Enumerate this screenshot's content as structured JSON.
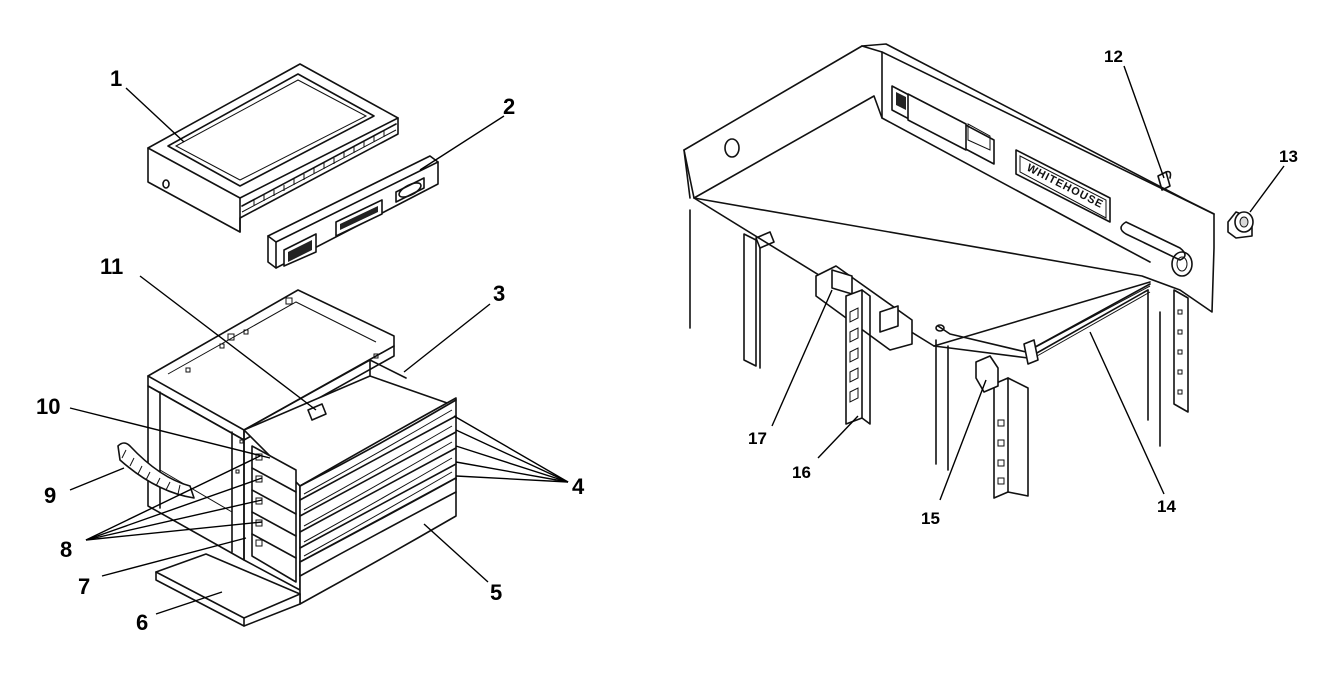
{
  "diagram": {
    "left_assembly": {
      "callouts": [
        {
          "id": "callout-1",
          "label": "1"
        },
        {
          "id": "callout-2",
          "label": "2"
        },
        {
          "id": "callout-3",
          "label": "3"
        },
        {
          "id": "callout-4",
          "label": "4"
        },
        {
          "id": "callout-5",
          "label": "5"
        },
        {
          "id": "callout-6",
          "label": "6"
        },
        {
          "id": "callout-7",
          "label": "7"
        },
        {
          "id": "callout-8",
          "label": "8"
        },
        {
          "id": "callout-9",
          "label": "9"
        },
        {
          "id": "callout-10",
          "label": "10"
        },
        {
          "id": "callout-11",
          "label": "11"
        }
      ]
    },
    "right_assembly": {
      "logo_text": "WHITEHOUSE",
      "callouts": [
        {
          "id": "callout-12",
          "label": "12"
        },
        {
          "id": "callout-13",
          "label": "13"
        },
        {
          "id": "callout-14",
          "label": "14"
        },
        {
          "id": "callout-15",
          "label": "15"
        },
        {
          "id": "callout-16",
          "label": "16"
        },
        {
          "id": "callout-17",
          "label": "17"
        }
      ]
    }
  }
}
